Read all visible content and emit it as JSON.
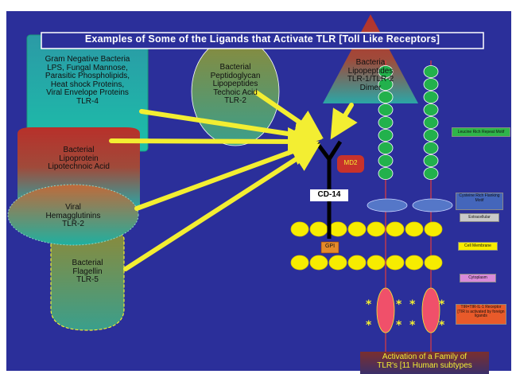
{
  "title": "Examples of Some of the Ligands that Activate TLR [Toll Like Receptors]",
  "ligand_groups": [
    {
      "lines": [
        "Gram Negative Bacteria",
        "LPS, Fungal Mannose,",
        "Parasitic Phospholipids,",
        "Heat shock Proteins,",
        "Viral Envelope Proteins",
        "TLR-4"
      ]
    },
    {
      "lines": [
        "Bacterial",
        "Peptidoglycan",
        "Lipopeptides",
        "Techoic Acid",
        "TLR-2"
      ]
    },
    {
      "lines": [
        "Bacteria",
        "Lipopeptides",
        "TLR-1/TLR-2",
        "Dimer"
      ]
    },
    {
      "lines": [
        "Bacterial",
        "Lipoprotein",
        "Lipotechnoic Acid"
      ]
    },
    {
      "lines": [
        "Viral",
        "Hemagglutinins",
        "TLR-2"
      ]
    },
    {
      "lines": [
        "Bacterial",
        "Flagellin",
        "TLR-5"
      ]
    }
  ],
  "molecules": {
    "md2": "MD2",
    "cd14": "CD-14",
    "gpi": "GPI"
  },
  "legend": {
    "lrr": "Leucine Rich Repeat Motif",
    "cysteine": "Cysteine Rich Flanking Motif",
    "extracellular": "Extracellular",
    "membrane": "Cell Membrane",
    "cytoplasm": "Cytoplasm",
    "tir": "TIR=TIR-IL-1 Receptor [TIR is activated by foreign ligands"
  },
  "bottom_caption": [
    "Activation of a Family of",
    "TLR's [11 Human subtypes"
  ],
  "colors": {
    "background": "#2b2f9a",
    "arrow": "#f3ee32",
    "membrane_bead": "#f7ec00",
    "lrr_bead": "#22b14c",
    "receptor_line": "#e03c3c",
    "tir": "#f0506a"
  }
}
